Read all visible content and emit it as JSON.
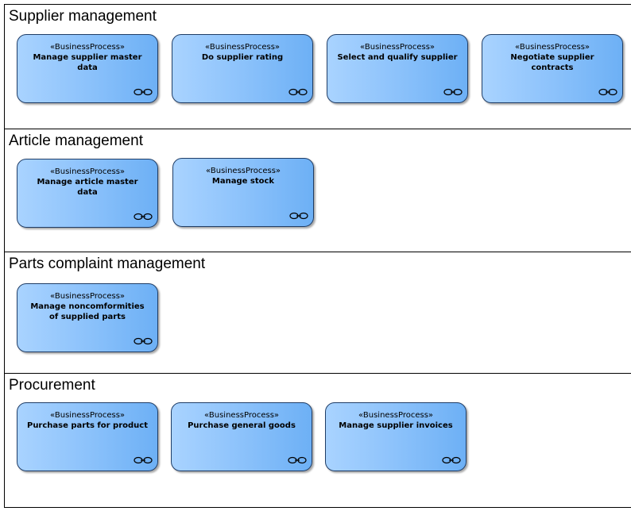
{
  "lanes": [
    {
      "title": "Supplier management",
      "processes": [
        {
          "stereotype": "«BusinessProcess»",
          "name": "Manage supplier master data"
        },
        {
          "stereotype": "«BusinessProcess»",
          "name": "Do supplier rating"
        },
        {
          "stereotype": "«BusinessProcess»",
          "name": "Select and qualify supplier"
        },
        {
          "stereotype": "«BusinessProcess»",
          "name": "Negotiate supplier contracts"
        }
      ]
    },
    {
      "title": "Article management",
      "processes": [
        {
          "stereotype": "«BusinessProcess»",
          "name": "Manage article master data"
        },
        {
          "stereotype": "«BusinessProcess»",
          "name": "Manage stock"
        }
      ]
    },
    {
      "title": "Parts complaint management",
      "processes": [
        {
          "stereotype": "«BusinessProcess»",
          "name": "Manage noncomformities of supplied parts"
        }
      ]
    },
    {
      "title": "Procurement",
      "processes": [
        {
          "stereotype": "«BusinessProcess»",
          "name": "Purchase parts for product"
        },
        {
          "stereotype": "«BusinessProcess»",
          "name": "Purchase general goods"
        },
        {
          "stereotype": "«BusinessProcess»",
          "name": "Manage supplier invoices"
        }
      ]
    }
  ],
  "icons": {
    "process_link": "link-chain-icon"
  },
  "colors": {
    "process_fill_light": "#a9d3ff",
    "process_fill_dark": "#6db0f5",
    "process_border": "#1f3d66"
  }
}
